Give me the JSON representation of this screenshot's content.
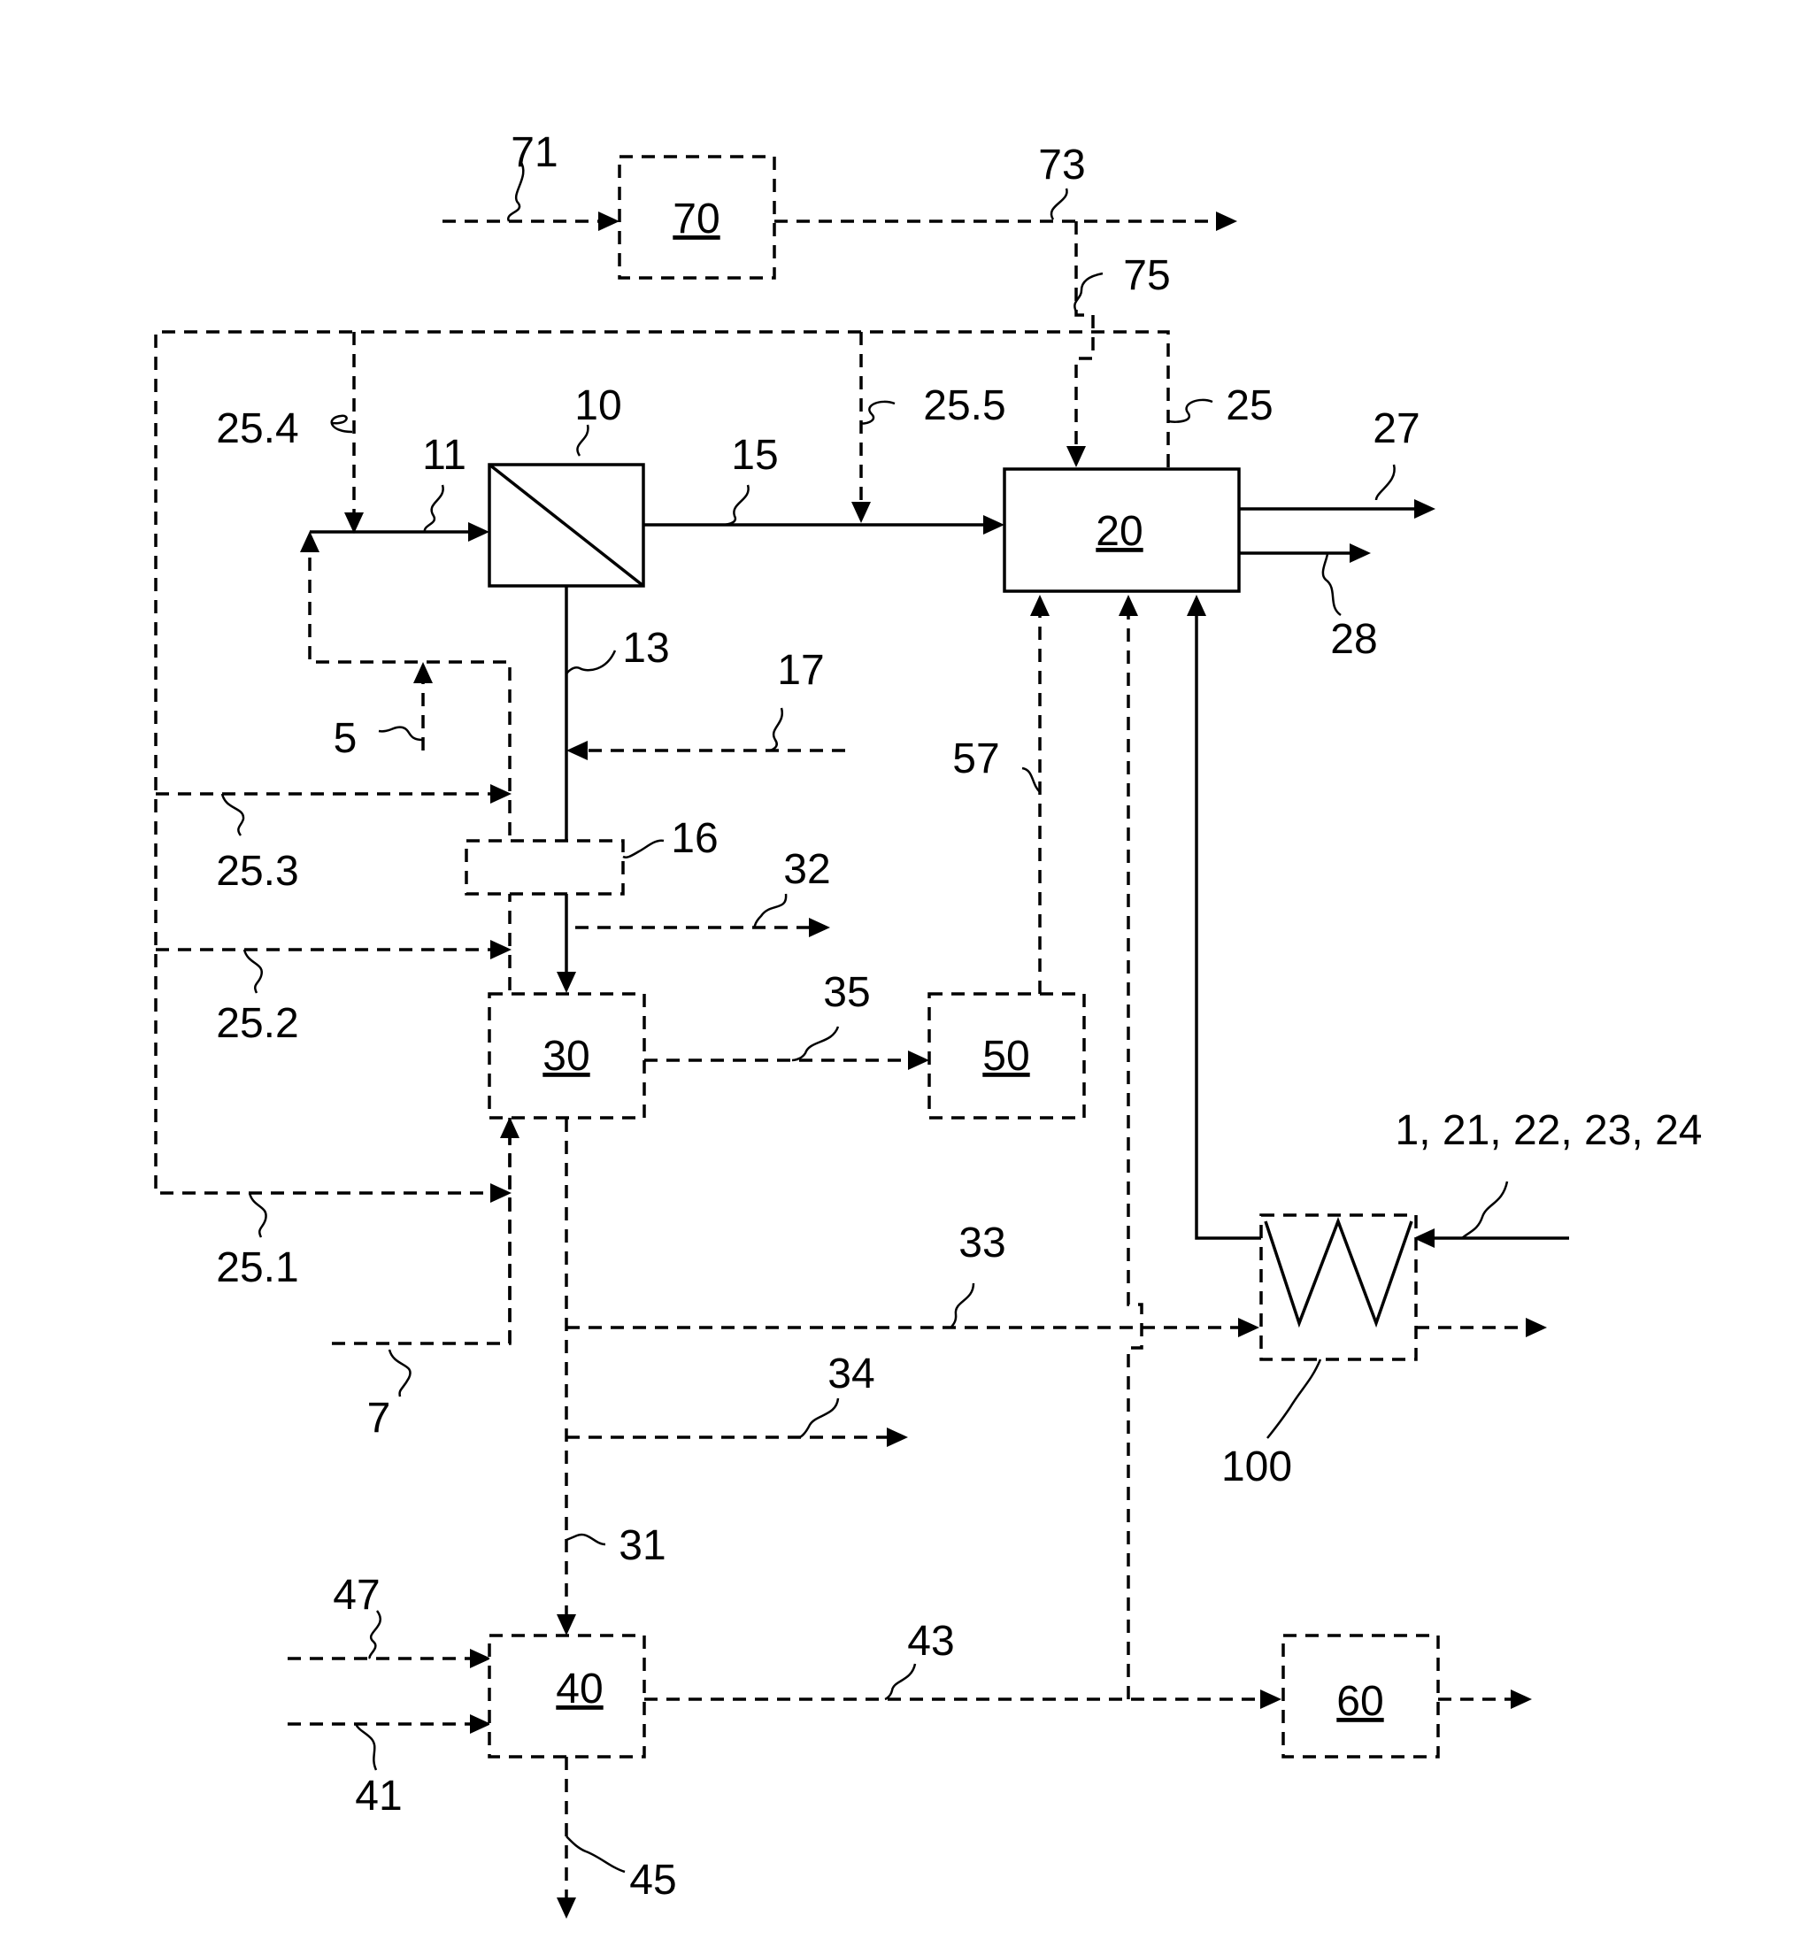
{
  "units": {
    "u10": "10",
    "u20": "20",
    "u30": "30",
    "u40": "40",
    "u50": "50",
    "u60": "60",
    "u70": "70",
    "u100": "100"
  },
  "streams": {
    "s1": "1, 21, 22, 23, 24",
    "s5": "5",
    "s7": "7",
    "s11": "11",
    "s13": "13",
    "s15": "15",
    "s16": "16",
    "s17": "17",
    "s25": "25",
    "s25_1": "25.1",
    "s25_2": "25.2",
    "s25_3": "25.3",
    "s25_4": "25.4",
    "s25_5": "25.5",
    "s27": "27",
    "s28": "28",
    "s31": "31",
    "s32": "32",
    "s33": "33",
    "s34": "34",
    "s35": "35",
    "s41": "41",
    "s43": "43",
    "s45": "45",
    "s47": "47",
    "s57": "57",
    "s71": "71",
    "s73": "73",
    "s75": "75"
  }
}
